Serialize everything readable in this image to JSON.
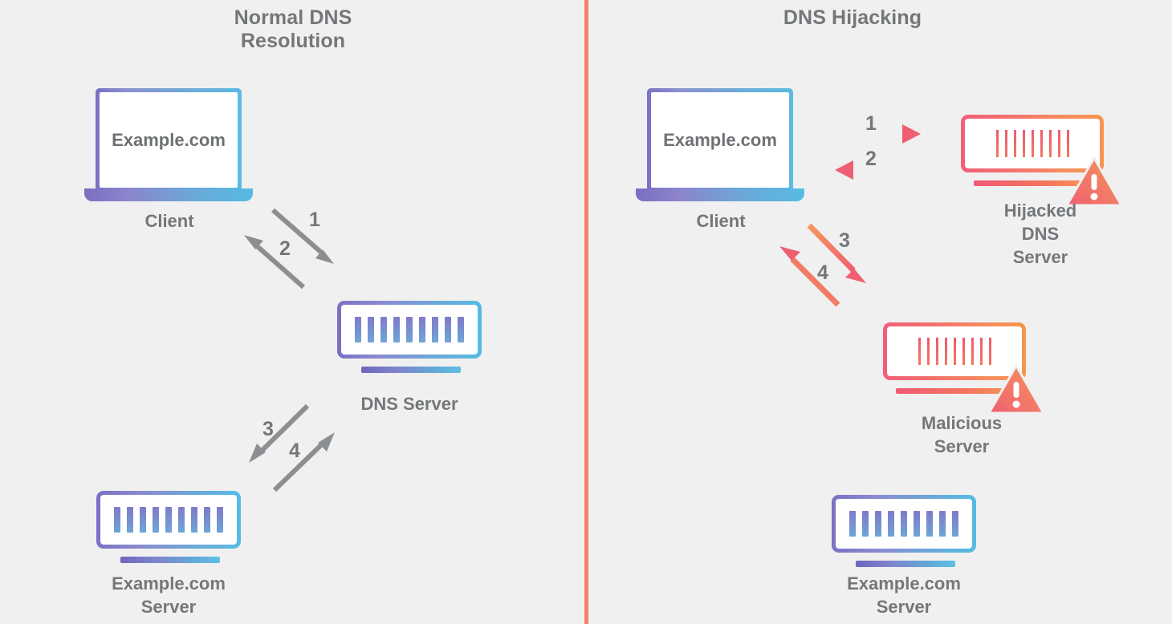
{
  "background_color": "#f0f0f0",
  "divider_color": "#f4826a",
  "panels": {
    "left": {
      "title": "Normal DNS\nResolution",
      "title_line1": "Normal DNS",
      "title_line2": "Resolution",
      "accent_color": "#7a71c4",
      "nodes": [
        {
          "id": "client",
          "label": "Client",
          "type": "laptop",
          "screen_text": "Example.com",
          "color_scheme": "blue-purple"
        },
        {
          "id": "dns-server",
          "label": "DNS Server",
          "type": "server",
          "color_scheme": "blue-purple",
          "bars": 9
        },
        {
          "id": "example-server",
          "label": "Example.com\nServer",
          "label_line1": "Example.com",
          "label_line2": "Server",
          "type": "server",
          "color_scheme": "blue-purple",
          "bars": 9
        }
      ],
      "arrows": [
        {
          "number": "1",
          "from": "client",
          "to": "dns-server",
          "direction": "down-right",
          "color": "#8c8f92"
        },
        {
          "number": "2",
          "from": "dns-server",
          "to": "client",
          "direction": "up-left",
          "color": "#8c8f92"
        },
        {
          "number": "3",
          "from": "dns-server",
          "to": "example-server",
          "direction": "down-left",
          "color": "#8c8f92"
        },
        {
          "number": "4",
          "from": "example-server",
          "to": "dns-server",
          "direction": "up-right",
          "color": "#8c8f92"
        }
      ]
    },
    "right": {
      "title": "DNS Hijacking",
      "accent_color": "#f2726e",
      "nodes": [
        {
          "id": "client",
          "label": "Client",
          "type": "laptop",
          "screen_text": "Example.com",
          "color_scheme": "blue-purple"
        },
        {
          "id": "hijacked-dns-server",
          "label": "Hijacked\nDNS\nServer",
          "label_line1": "Hijacked",
          "label_line2": "DNS",
          "label_line3": "Server",
          "type": "server",
          "color_scheme": "red-orange",
          "bars": 9,
          "warning": true
        },
        {
          "id": "malicious-server",
          "label": "Malicious\nServer",
          "label_line1": "Malicious",
          "label_line2": "Server",
          "type": "server",
          "color_scheme": "red-orange",
          "bars": 9,
          "warning": true
        },
        {
          "id": "example-server",
          "label": "Example.com\nServer",
          "label_line1": "Example.com",
          "label_line2": "Server",
          "type": "server",
          "color_scheme": "blue-purple",
          "bars": 9
        }
      ],
      "arrows": [
        {
          "number": "1",
          "from": "client",
          "to": "hijacked-dns-server",
          "direction": "right",
          "color": "#f2845f"
        },
        {
          "number": "2",
          "from": "hijacked-dns-server",
          "to": "client",
          "direction": "left",
          "color": "#f2845f"
        },
        {
          "number": "3",
          "from": "client",
          "to": "malicious-server",
          "direction": "down-right",
          "color": "#f2845f"
        },
        {
          "number": "4",
          "from": "malicious-server",
          "to": "client",
          "direction": "up-left",
          "color": "#f2845f"
        }
      ]
    }
  }
}
